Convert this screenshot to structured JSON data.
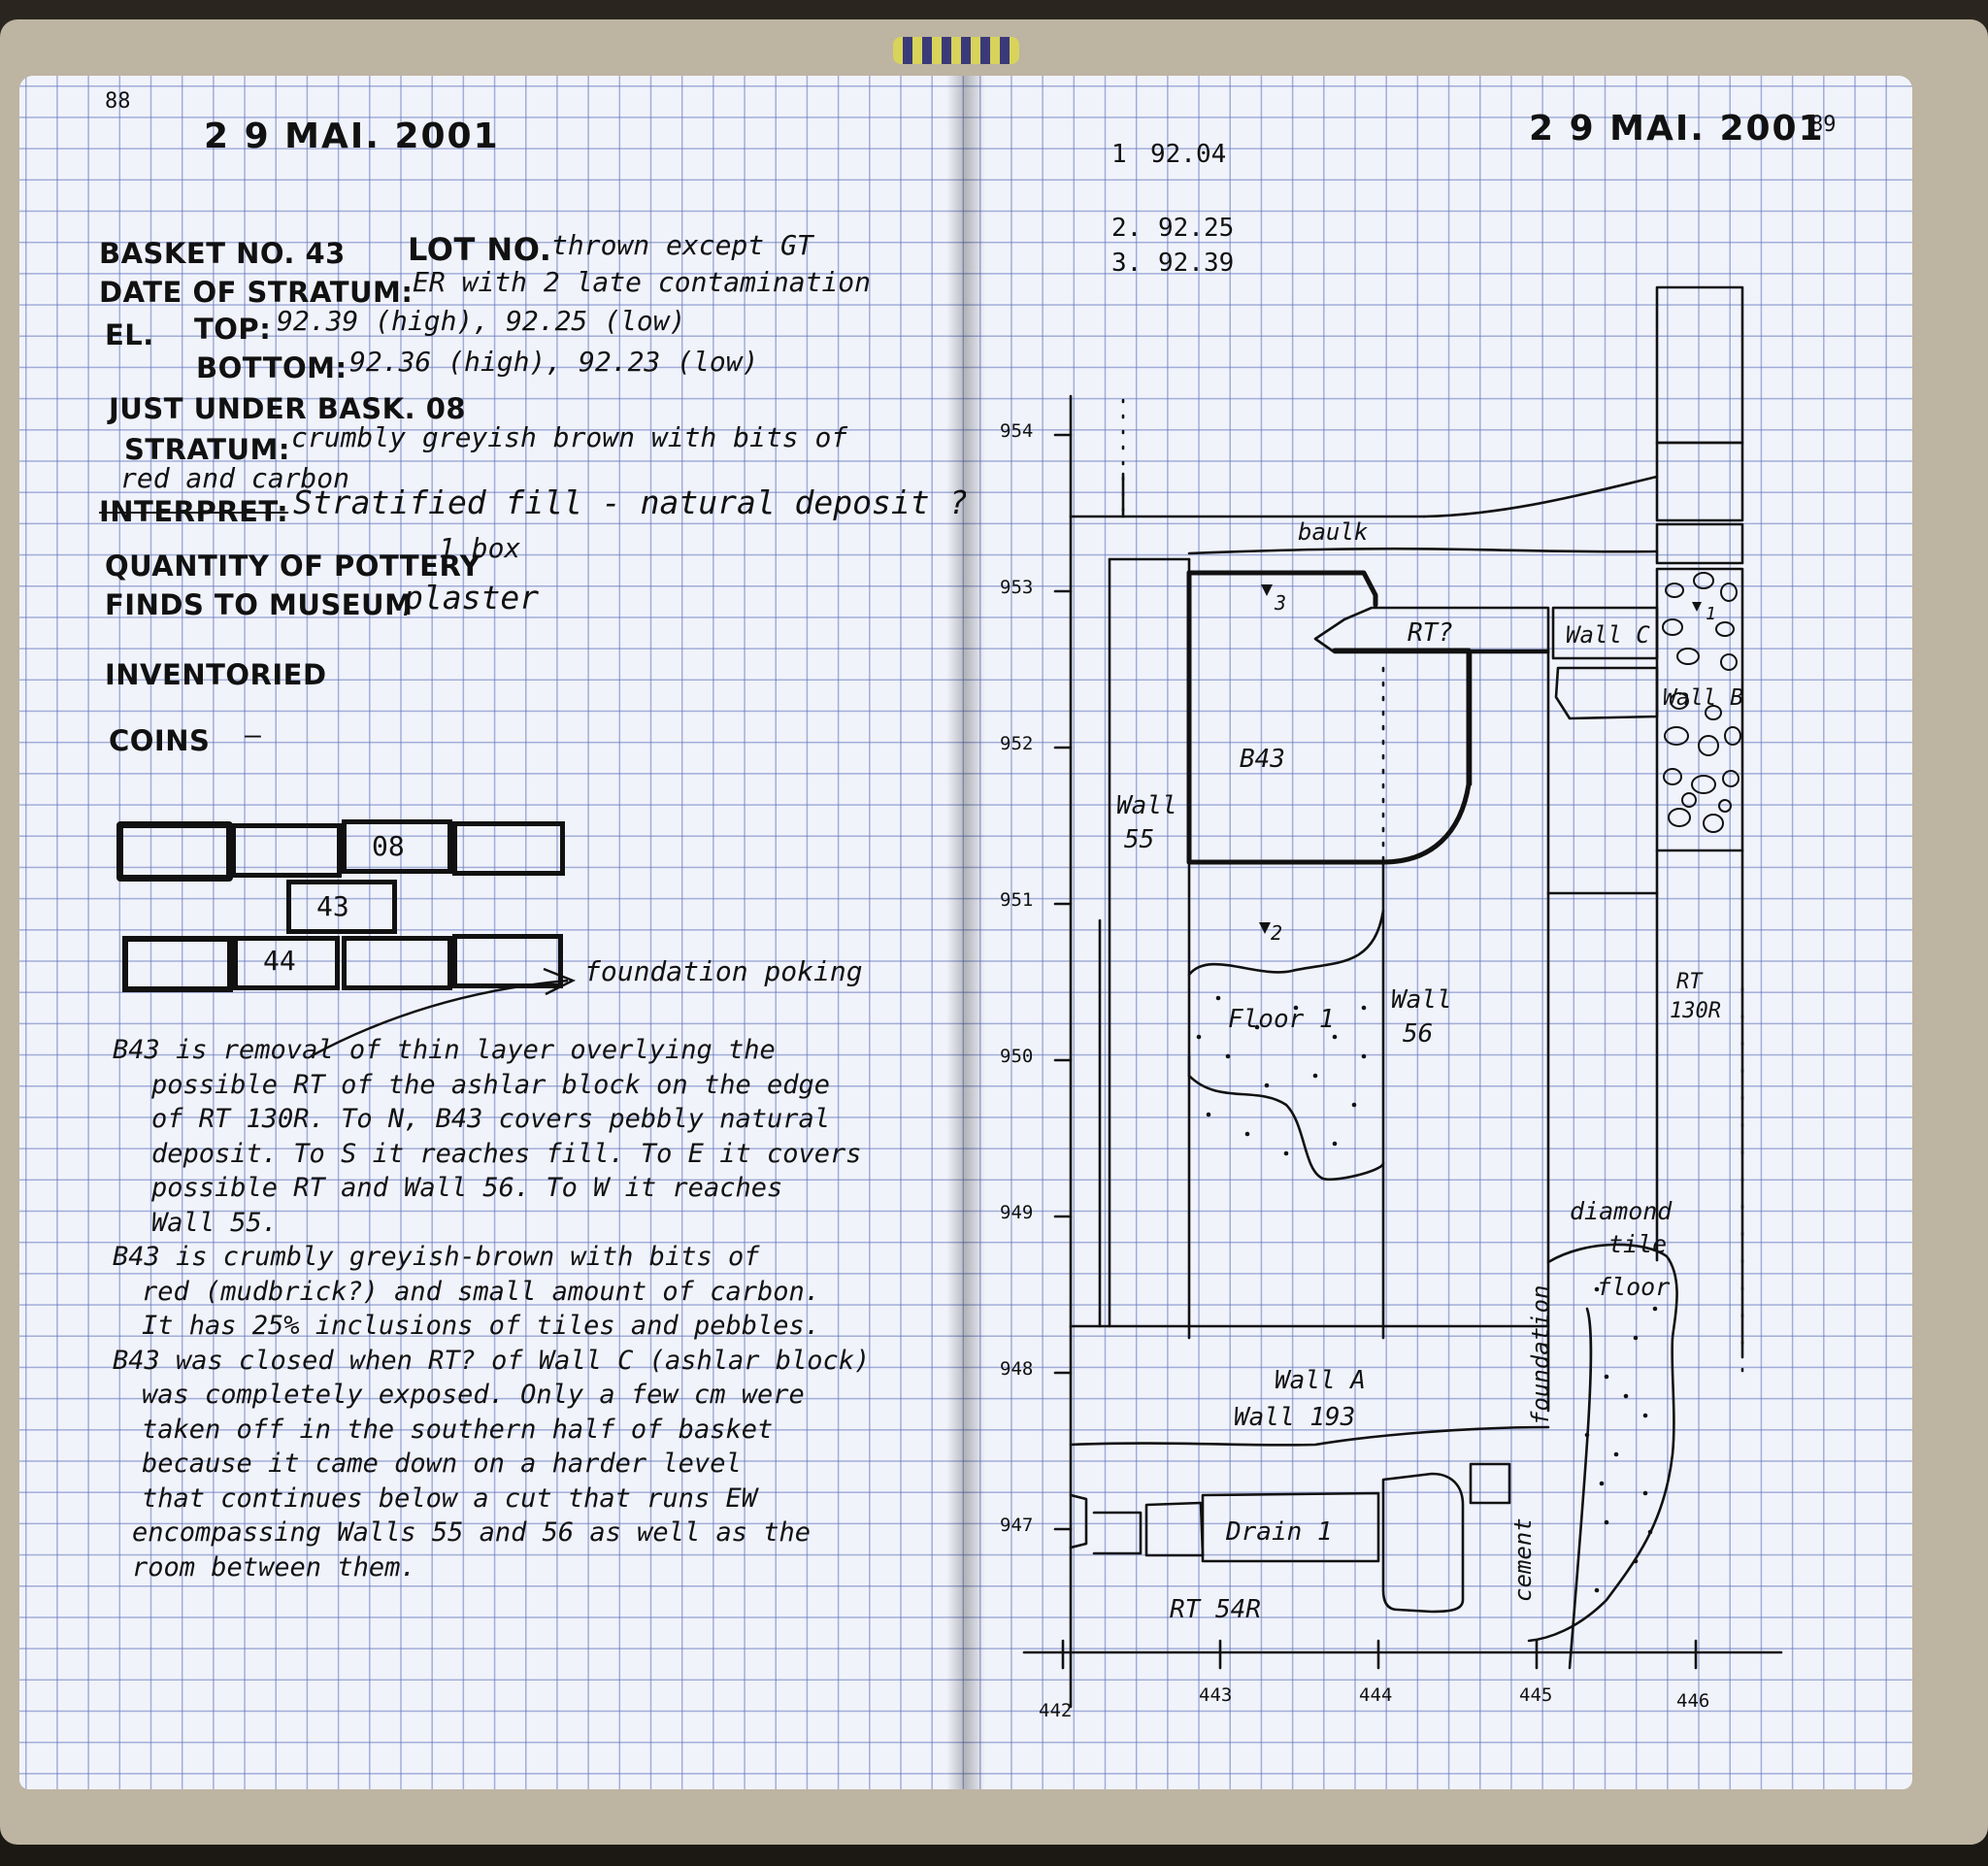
{
  "left": {
    "page_number": "88",
    "date_stamp": "2 9 MAI. 2001",
    "basket_label": "BASKET NO. 43",
    "lot_label": "LOT NO.",
    "lot_value": "thrown except GT",
    "date_label": "DATE OF STRATUM:",
    "date_value": "ER with 2 late contamination",
    "el_label": "EL.",
    "top_label": "TOP:",
    "top_value": "92.39 (high), 92.25 (low)",
    "bottom_label": "BOTTOM:",
    "bottom_value": "92.36 (high), 92.23 (low)",
    "just_under": "JUST UNDER BASK. 08",
    "stratum_label": "STRATUM:",
    "stratum_value_1": "crumbly greyish brown with bits of",
    "stratum_value_2": "red and carbon",
    "interpret_label": "INTERPRET:",
    "interpret_value": "Stratified fill - natural deposit ?",
    "pottery_label": "QUANTITY OF POTTERY",
    "pottery_value": "1 box",
    "museum_label": "FINDS TO MUSEUM",
    "museum_value": "plaster",
    "inventoried_label": "INVENTORIED",
    "coins_label": "COINS",
    "coins_value": "—",
    "boxes": {
      "row1": [
        "",
        "",
        "08",
        ""
      ],
      "row2": [
        "43"
      ],
      "row3": [
        "",
        "44",
        "",
        ""
      ]
    },
    "arrow_note": "foundation poking",
    "narrative": [
      "B43 is removal of thin layer overlying the",
      "possible RT of the ashlar block on the edge",
      "of RT 130R. To N, B43 covers pebbly natural",
      "deposit. To S it reaches fill. To E it covers",
      "possible RT and Wall 56. To W it reaches",
      "Wall 55.",
      "B43 is crumbly greyish-brown with bits of",
      "red (mudbrick?) and small amount of carbon.",
      "It has 25% inclusions of tiles and pebbles.",
      "B43 was closed when RT? of Wall C (ashlar block)",
      "was completely exposed. Only a few cm were",
      "taken off in the southern half of basket",
      "because it came down on a harder level",
      "that continues below a cut that runs EW",
      "encompassing Walls 55 and 56 as well as the",
      "room between them."
    ]
  },
  "right": {
    "page_number": "89",
    "date_stamp": "2 9 MAI. 2001",
    "elevations": [
      {
        "num": "1",
        "value": "92.04"
      },
      {
        "num": "2.",
        "value": "92.25"
      },
      {
        "num": "3.",
        "value": "92.39"
      }
    ],
    "y_ticks": [
      "954",
      "953",
      "952",
      "951",
      "950",
      "949",
      "948",
      "947"
    ],
    "x_ticks": [
      "442",
      "443",
      "444",
      "445",
      "446"
    ],
    "labels": {
      "baulk": "baulk",
      "rt_q": "RT?",
      "wall_c": "Wall C",
      "wall_b": "Wall B",
      "b43": "B43",
      "wall55_a": "Wall",
      "wall55_b": "55",
      "marker3": "3",
      "marker2": "2",
      "marker1": "1",
      "floor1": "Floor 1",
      "wall56_a": "Wall",
      "wall56_b": "56",
      "rt130r_a": "RT",
      "rt130r_b": "130R",
      "diamond_1": "diamond",
      "diamond_2": "tile",
      "diamond_3": "floor",
      "wall_a": "Wall A",
      "wall193": "Wall 193",
      "foundation": "foundation",
      "cement": "cement",
      "drain1": "Drain 1",
      "rt54r": "RT 54R"
    }
  }
}
